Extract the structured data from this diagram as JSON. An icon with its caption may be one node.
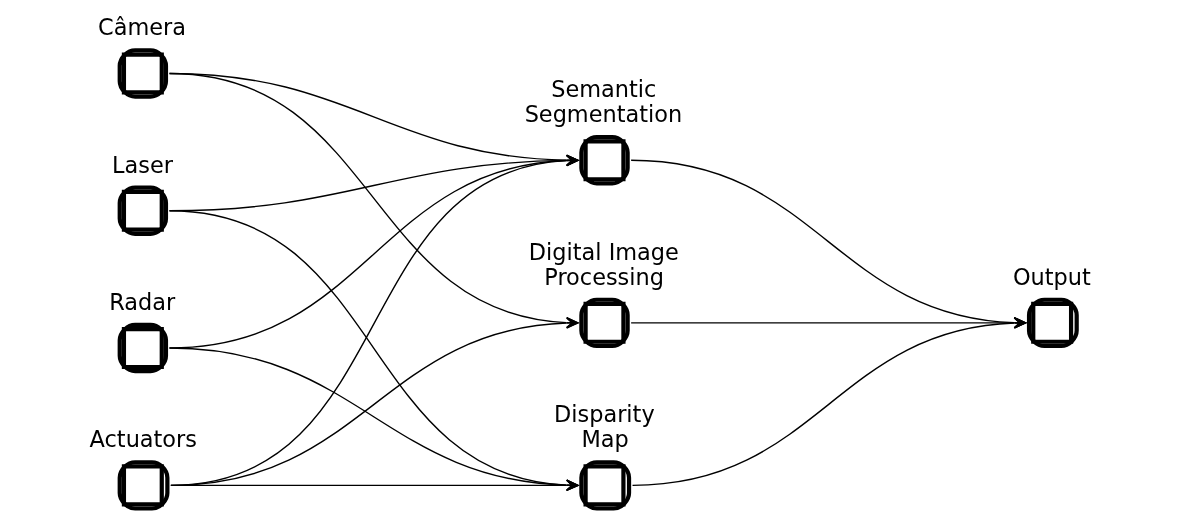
{
  "diagram": {
    "nodes": [
      {
        "text": [
          "Câmera"
        ]
      },
      {
        "text": [
          "Laser"
        ]
      },
      {
        "text": [
          "Radar"
        ]
      },
      {
        "text": [
          "Actuators"
        ]
      },
      {
        "text": [
          "Semantic Segmentation"
        ]
      },
      {
        "text": [
          "Digital Image Processing"
        ]
      },
      {
        "text": [
          "Disparity Map"
        ]
      },
      {
        "text": [
          "Output"
        ]
      }
    ],
    "edges": [
      {
        "from": 0,
        "to": 4,
        "arrow": "to"
      },
      {
        "from": 0,
        "to": 5,
        "arrow": "to"
      },
      {
        "from": 1,
        "to": 4,
        "arrow": "to"
      },
      {
        "from": 1,
        "to": 6,
        "arrow": "to"
      },
      {
        "from": 2,
        "to": 4,
        "arrow": "to"
      },
      {
        "from": 2,
        "to": 6,
        "arrow": "to"
      },
      {
        "from": 3,
        "to": 4,
        "arrow": "to"
      },
      {
        "from": 3,
        "to": 5,
        "arrow": "to"
      },
      {
        "from": 3,
        "to": 6,
        "arrow": "to"
      },
      {
        "from": 4,
        "to": 7,
        "arrow": "to"
      },
      {
        "from": 5,
        "to": 7,
        "arrow": "to"
      },
      {
        "from": 6,
        "to": 7,
        "arrow": "to"
      }
    ]
  }
}
